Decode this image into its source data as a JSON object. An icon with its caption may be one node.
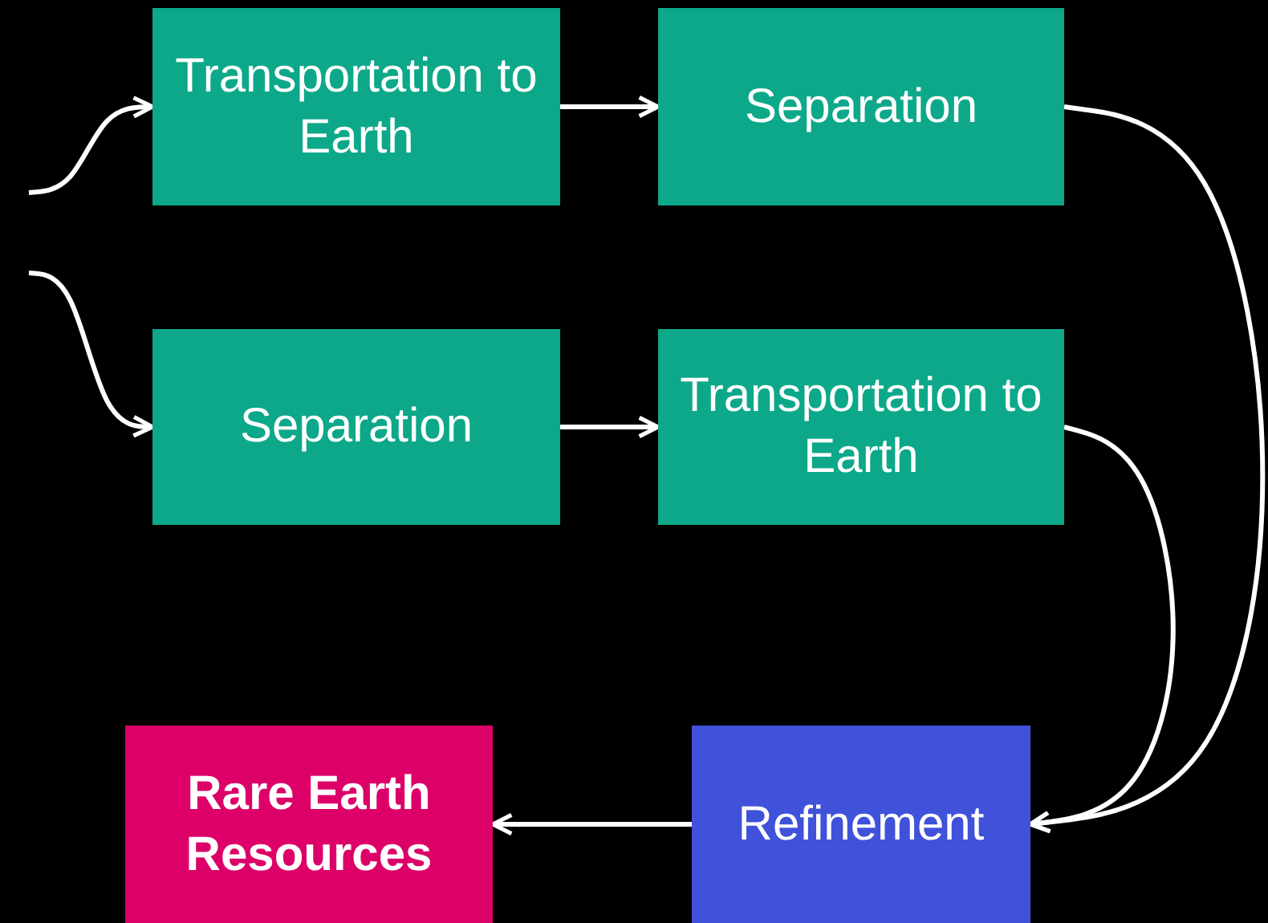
{
  "diagram": {
    "nodes": [
      {
        "text": [
          "Transportation to Earth"
        ]
      },
      {
        "text": [
          "Separation"
        ]
      },
      {
        "text": [
          "Separation"
        ]
      },
      {
        "text": [
          "Transportation to Earth"
        ]
      },
      {
        "text": [
          "Refinement"
        ]
      },
      {
        "text": [
          "Rare Earth Resources"
        ]
      }
    ],
    "edges": [
      {
        "from": null,
        "to": 0,
        "arrow": "to"
      },
      {
        "from": null,
        "to": 2,
        "arrow": "to"
      },
      {
        "from": 0,
        "to": 1,
        "arrow": "to"
      },
      {
        "from": 2,
        "to": 3,
        "arrow": "to"
      },
      {
        "from": 1,
        "to": 4,
        "arrow": "to"
      },
      {
        "from": 3,
        "to": 4,
        "arrow": "to"
      },
      {
        "from": 4,
        "to": 5,
        "arrow": "to"
      }
    ]
  }
}
